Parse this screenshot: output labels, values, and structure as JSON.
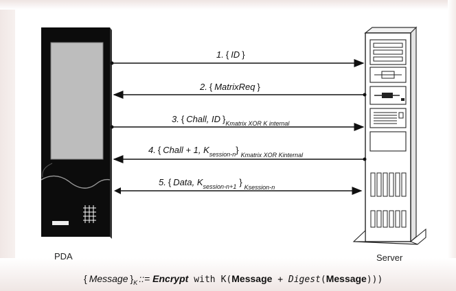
{
  "devices": {
    "left_label": "PDA",
    "right_label": "Server"
  },
  "messages": [
    {
      "num": "1.",
      "open": "{",
      "content": "ID",
      "close": "}",
      "subscript": "",
      "direction": "to-server"
    },
    {
      "num": "2.",
      "open": "{",
      "content": "MatrixReq",
      "close": "}",
      "subscript": "",
      "direction": "to-pda"
    },
    {
      "num": "3.",
      "open": "{",
      "content": "Chall, ID",
      "close": "}",
      "subscript": "Kmatrix XOR K internal",
      "direction": "to-server"
    },
    {
      "num": "4.",
      "open": "{",
      "content": "Chall + 1, K",
      "content_sub": "session-n",
      "close": "}",
      "subscript": "Kmatrix XOR Kinternal",
      "direction": "to-pda"
    },
    {
      "num": "5.",
      "open": "{",
      "content": "Data, K",
      "content_sub": "session-n+1",
      "close": "}",
      "subscript": "Ksession-n",
      "direction": "both"
    }
  ],
  "formula": {
    "open": "{",
    "message": "Message",
    "close": "}",
    "sub_k": "K",
    "def": "::=",
    "encrypt": "Encrypt",
    "with": "with",
    "k_fn": "K(",
    "message_bold": "Message",
    "plus": " + ",
    "digest": "Digest",
    "paren_open": "(",
    "message_bold2": "Message",
    "paren_close": ")))"
  }
}
